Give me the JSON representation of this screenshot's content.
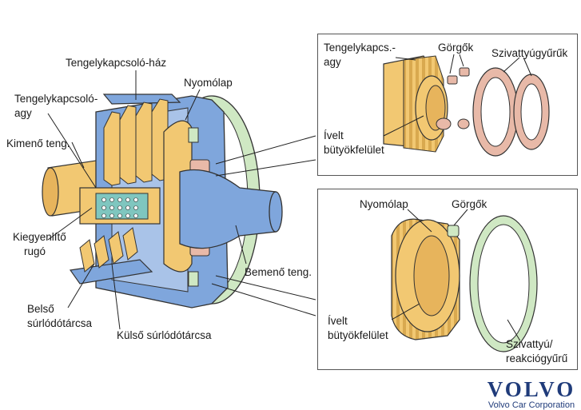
{
  "main_diagram": {
    "labels": {
      "housing": "Tengelykapcsoló-ház",
      "pressure_plate": "Nyomólap",
      "hub_line1": "Tengelykapcsoló-",
      "hub_line2": "agy",
      "output_shaft": "Kimenő teng.",
      "spring_line1": "Kiegyenlítő",
      "spring_line2": "rugó",
      "input_shaft": "Bemenő teng.",
      "inner_disc_line1": "Belső",
      "inner_disc_line2": "súrlódótárcsa",
      "outer_disc": "Külső súrlódótárcsa"
    }
  },
  "detail_top": {
    "hub_line1": "Tengelykapcs.-",
    "hub_line2": "agy",
    "rollers": "Görgők",
    "pump_rings": "Szivattyúgyűrűk",
    "cam_line1": "Ívelt",
    "cam_line2": "bütyökfelület"
  },
  "detail_bottom": {
    "pressure_plate": "Nyomólap",
    "rollers": "Görgők",
    "cam_line1": "Ívelt",
    "cam_line2": "bütyökfelület",
    "pump_line1": "Szivattyú/",
    "pump_line2": "reakciógyűrű"
  },
  "brand": {
    "logo_word": "VOLVO",
    "corp": "Volvo Car Corporation"
  },
  "colors": {
    "yellow": "#f2c872",
    "blue": "#7fa6dc",
    "green": "#cfe8c3",
    "pink": "#e8b9a8",
    "teal": "#7fc6bf"
  }
}
